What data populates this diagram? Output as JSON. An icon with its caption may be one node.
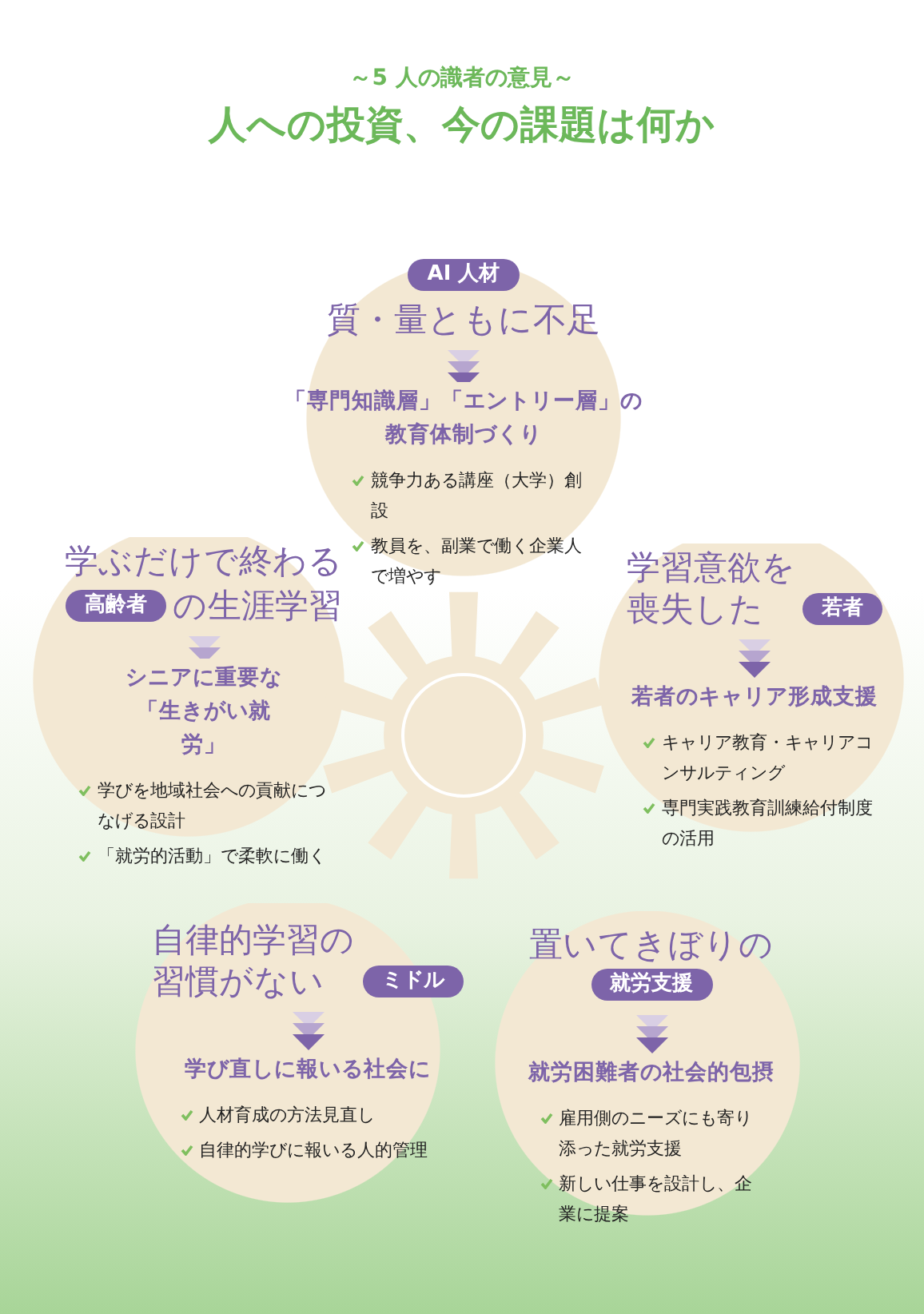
{
  "diagram": {
    "title": "人への投資、今の課題は何か",
    "nodes": [
      {
        "text": [
          "AI 人材",
          "質・量ともに不足",
          "「専門知識層」「エントリー層」の教育体制づくり",
          "競争力ある講座（大学）創設",
          "教員を、副業で働く企業人で増やす"
        ]
      },
      {
        "text": [
          "学ぶだけで終わる",
          "高齢者",
          "の生涯学習",
          "シニアに重要な「生きがい就労」",
          "学びを地域社会への貢献につなげる設計",
          "「就労的活動」で柔軟に働く"
        ]
      },
      {
        "text": [
          "学習意欲を喪失した",
          "若者",
          "若者のキャリア形成支援",
          "キャリア教育・キャリアコンサルティング",
          "専門実践教育訓練給付制度の活用"
        ]
      },
      {
        "text": [],
        "shape": "circle"
      },
      {
        "text": [
          "自律的学習の習慣がない",
          "ミドル",
          "学び直しに報いる社会に",
          "人材育成の方法見直し",
          "自律的学びに報いる人的管理"
        ]
      },
      {
        "text": [
          "置いてきぼりの",
          "就労支援",
          "就労困難者の社会的包摂",
          "雇用側のニーズにも寄り添った就労支援",
          "新しい仕事を設計し、企業に提案"
        ]
      }
    ],
    "labels": [
      "～5 人の識者の意見～"
    ]
  }
}
